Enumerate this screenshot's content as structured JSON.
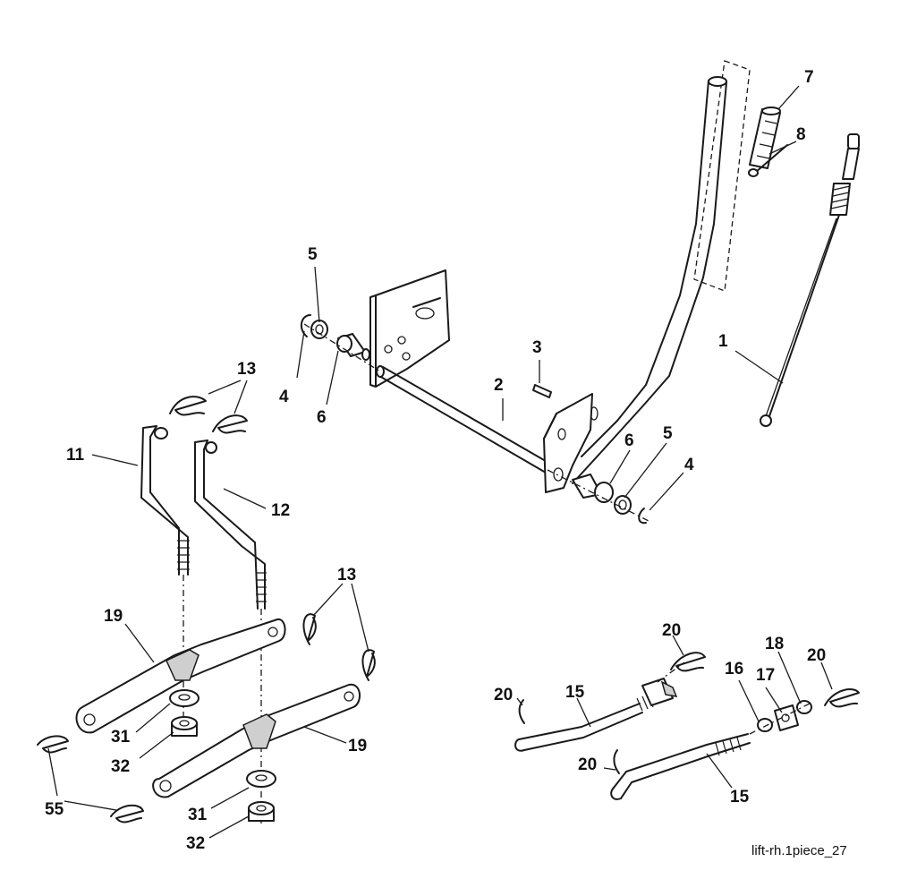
{
  "diagram": {
    "caption": "lift-rh.1piece_27",
    "callouts": {
      "c1": "1",
      "c2": "2",
      "c3": "3",
      "c4a": "4",
      "c4b": "4",
      "c5a": "5",
      "c5b": "5",
      "c6a": "6",
      "c6b": "6",
      "c7": "7",
      "c8": "8",
      "c11": "11",
      "c12": "12",
      "c13a": "13",
      "c13b": "13",
      "c15a": "15",
      "c15b": "15",
      "c16": "16",
      "c17": "17",
      "c18": "18",
      "c19a": "19",
      "c19b": "19",
      "c20a": "20",
      "c20b": "20",
      "c20c": "20",
      "c20d": "20",
      "c31a": "31",
      "c31b": "31",
      "c32a": "32",
      "c32b": "32",
      "c55": "55"
    }
  }
}
